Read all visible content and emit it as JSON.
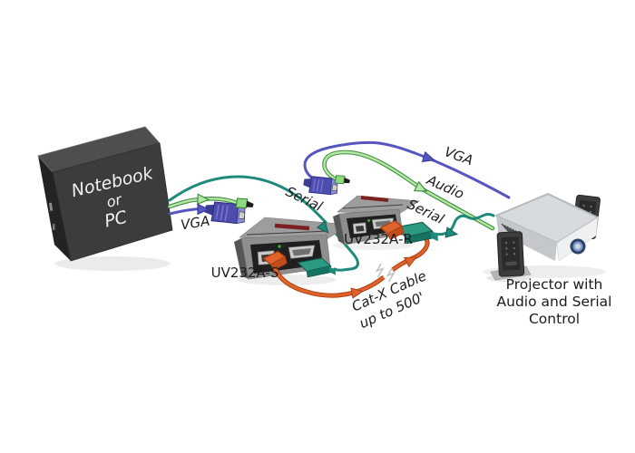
{
  "diagram": {
    "pc": {
      "line1": "Notebook",
      "line2": "or",
      "line3": "PC"
    },
    "sender_label": "UV232A-S",
    "receiver_label": "UV232A-R",
    "projector": {
      "line1": "Projector with",
      "line2": "Audio and Serial",
      "line3": "Control"
    },
    "labels": {
      "vga_pc": "VGA",
      "serial_link": "Serial",
      "vga_display": "VGA",
      "audio": "Audio",
      "serial_display": "Serial",
      "catx_line1": "Cat-X Cable",
      "catx_line2": "up to 500'"
    },
    "colors": {
      "vga_cable": "#5656c0",
      "serial_cable": "#1e8a7b",
      "audio_cable": "#b7e8a6",
      "audio_cable_edge": "#3e8e41",
      "catx_cable": "#e2622b",
      "catx_cable_edge": "#a84012",
      "text": "#1b1b1b"
    }
  }
}
